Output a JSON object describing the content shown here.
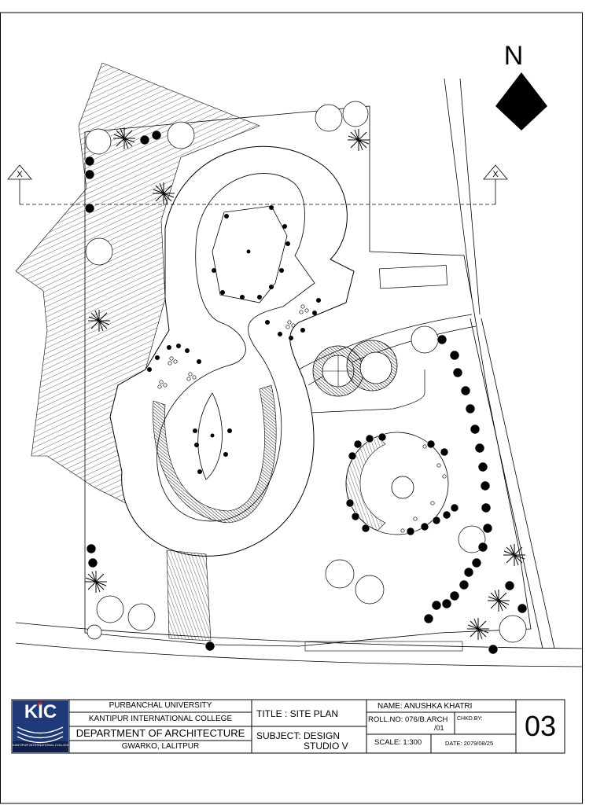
{
  "plan": {
    "north_label": "N",
    "section_marks": [
      "X",
      "X"
    ]
  },
  "title_block": {
    "logo_text": "KIC",
    "logo_caption": "KANTIPUR INTERNATIONAL COLLEGE",
    "university": "PURBANCHAL UNIVERSITY",
    "college": "KANTIPUR INTERNATIONAL COLLEGE",
    "department": "DEPARTMENT OF ARCHITECTURE",
    "location": "GWARKO, LALITPUR",
    "title": "TITLE : SITE PLAN",
    "subject_line1": "SUBJECT: DESIGN",
    "subject_line2": "STUDIO V",
    "name": "NAME: ANUSHKA KHATRI",
    "roll_line1": "ROLL.NO: 076/B.ARCH",
    "roll_line2": "/01",
    "checked_by": "CHKD.BY:",
    "scale": "SCALE: 1:300",
    "date": "DATE: 2079/08/25",
    "sheet_no": "03"
  },
  "colors": {
    "line": "#000000",
    "logo_blue": "#1f3a7a",
    "logo_red": "#d11b24"
  }
}
